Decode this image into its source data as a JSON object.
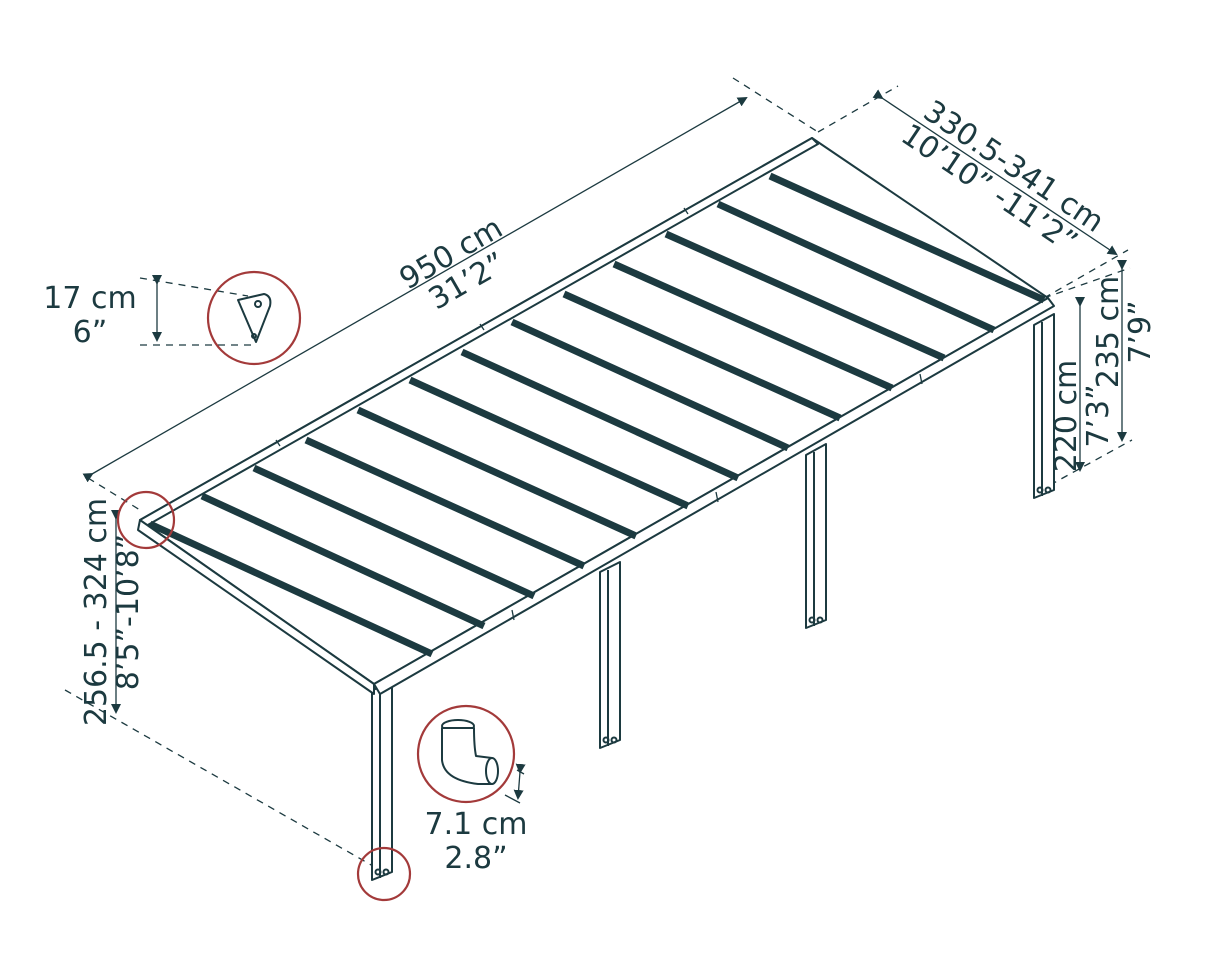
{
  "colors": {
    "line": "#1c3a40",
    "detail_circle": "#a33a3a",
    "background": "#ffffff"
  },
  "dimensions": {
    "length": {
      "metric": "950 cm",
      "imperial": "31’2”"
    },
    "depth": {
      "metric": "330.5-341 cm",
      "imperial": "10’10” -11’2”"
    },
    "front_height": {
      "metric": "256.5 - 324 cm",
      "imperial": "8’5”-10’8”"
    },
    "wall_height": {
      "metric": "235 cm",
      "imperial": "7’9”"
    },
    "post_height": {
      "metric": "220 cm",
      "imperial": "7’3”"
    },
    "gutter_bracket": {
      "metric": "17 cm",
      "imperial": "6”"
    },
    "downpipe": {
      "metric": "7.1 cm",
      "imperial": "2.8”"
    }
  },
  "details": {
    "bracket": "bracket-icon",
    "downpipe_elbow": "elbow-pipe-icon"
  }
}
